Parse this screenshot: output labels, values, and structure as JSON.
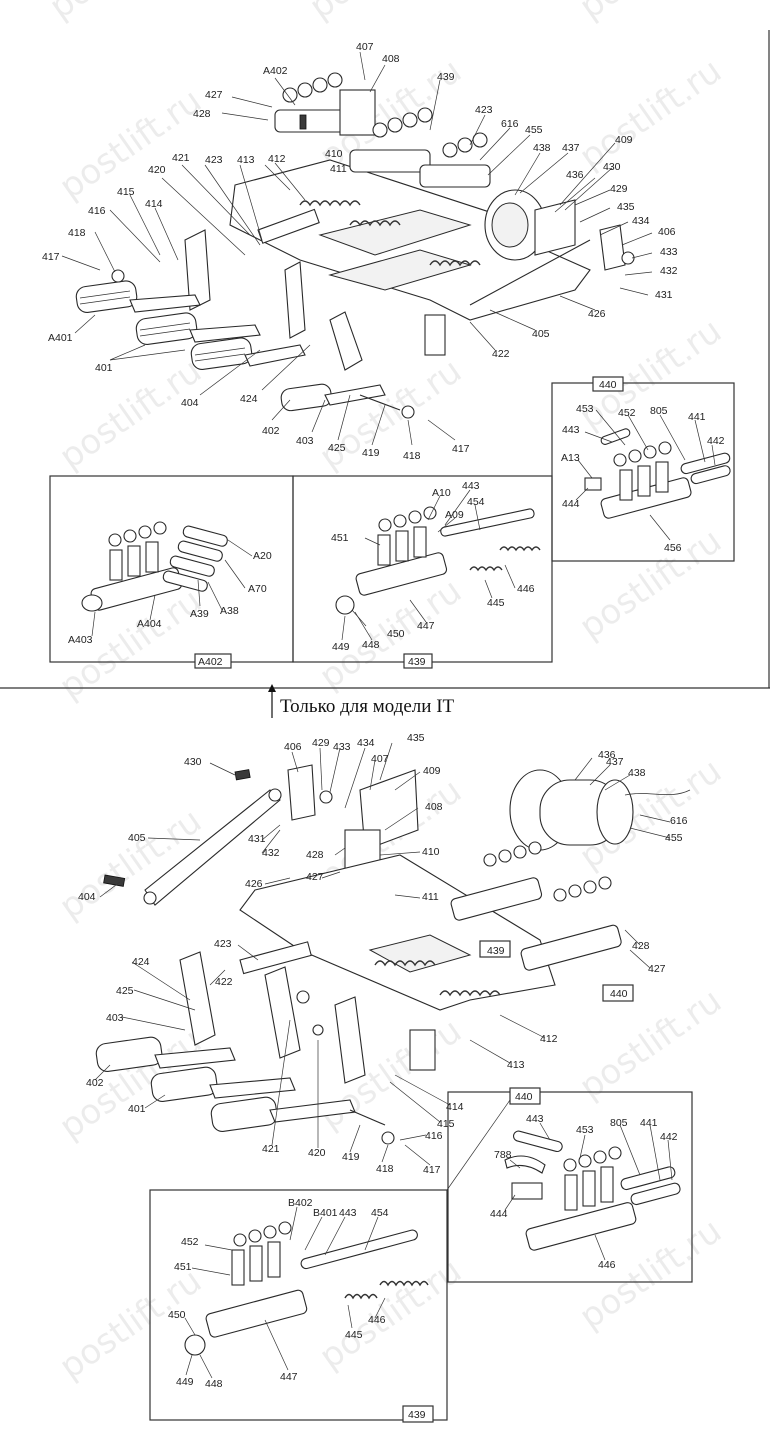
{
  "watermark": "postlift.ru",
  "caption": "Только для модели IT",
  "top": {
    "labels": [
      "407",
      "408",
      "A402",
      "427",
      "428",
      "439",
      "423",
      "616",
      "455",
      "410",
      "409",
      "411",
      "438",
      "437",
      "430",
      "436",
      "429",
      "421",
      "423",
      "413",
      "412",
      "435",
      "420",
      "434",
      "415",
      "406",
      "433",
      "416",
      "414",
      "432",
      "418",
      "431",
      "417",
      "A401",
      "426",
      "405",
      "422",
      "401",
      "404",
      "424",
      "402",
      "403",
      "425",
      "419",
      "418",
      "417"
    ],
    "box440": {
      "tag": "440",
      "labels": [
        "453",
        "452",
        "805",
        "441",
        "443",
        "442",
        "A13",
        "444",
        "456"
      ]
    },
    "boxA402": {
      "tag": "A402",
      "labels": [
        "A20",
        "A70",
        "A39",
        "A38",
        "A404",
        "A403"
      ]
    },
    "box439": {
      "tag": "439",
      "labels": [
        "A10",
        "443",
        "454",
        "451",
        "A09",
        "446",
        "445",
        "447",
        "450",
        "449",
        "448"
      ]
    }
  },
  "bottom": {
    "labels": [
      "406",
      "429",
      "433",
      "434",
      "435",
      "436",
      "437",
      "438",
      "430",
      "407",
      "409",
      "616",
      "455",
      "408",
      "405",
      "431",
      "432",
      "428",
      "410",
      "404",
      "426",
      "427",
      "411",
      "439",
      "428",
      "423",
      "422",
      "427",
      "424",
      "440",
      "425",
      "412",
      "403",
      "413",
      "402",
      "414",
      "401",
      "415",
      "416",
      "421",
      "420",
      "419",
      "418",
      "417"
    ],
    "box440": {
      "tag": "440",
      "labels": [
        "443",
        "453",
        "805",
        "441",
        "442",
        "788",
        "444",
        "446"
      ]
    },
    "box439": {
      "tag": "439",
      "labels": [
        "B402",
        "B401",
        "443",
        "454",
        "452",
        "451",
        "450",
        "445",
        "446",
        "447",
        "449",
        "448"
      ]
    }
  }
}
